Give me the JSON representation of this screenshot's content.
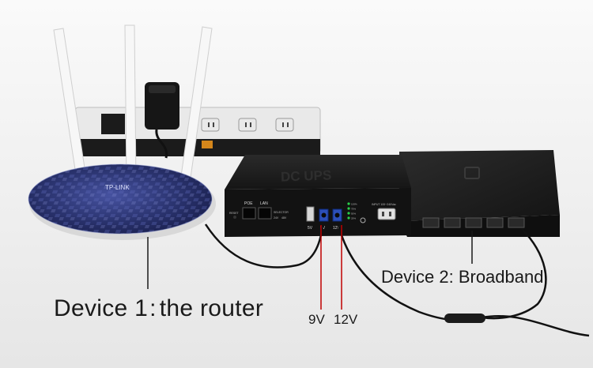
{
  "scene": {
    "background_top": "#fafafa",
    "background_bottom": "#e8e8e8",
    "router_color": "#2b3470",
    "ups_color": "#161616",
    "broadband_color": "#1e1e1e",
    "strip_color": "#e9e9e9",
    "pointer_red": "#c00000",
    "pointer_black": "#1a1a1a"
  },
  "labels": {
    "router_device": "Device 1",
    "router_separator": ":",
    "router_desc": "the router",
    "broadband": "Device 2: Broadband",
    "out_9v": "9V",
    "out_12v": "12V"
  },
  "ups": {
    "top_logo": "DC UPS",
    "port_poe": "POE",
    "port_lan": "LAN",
    "selector": "SELECTOR",
    "sel_24v": "24V",
    "sel_48v": "48V",
    "reset": "RESET",
    "port_5v": "5V",
    "port_9v": "9V",
    "port_12v": "12V",
    "input_label": "INPUT 100~240Vac",
    "led_labels": [
      "100%",
      "75%",
      "50%",
      "25%"
    ]
  },
  "router": {
    "brand": "TP-LINK"
  }
}
